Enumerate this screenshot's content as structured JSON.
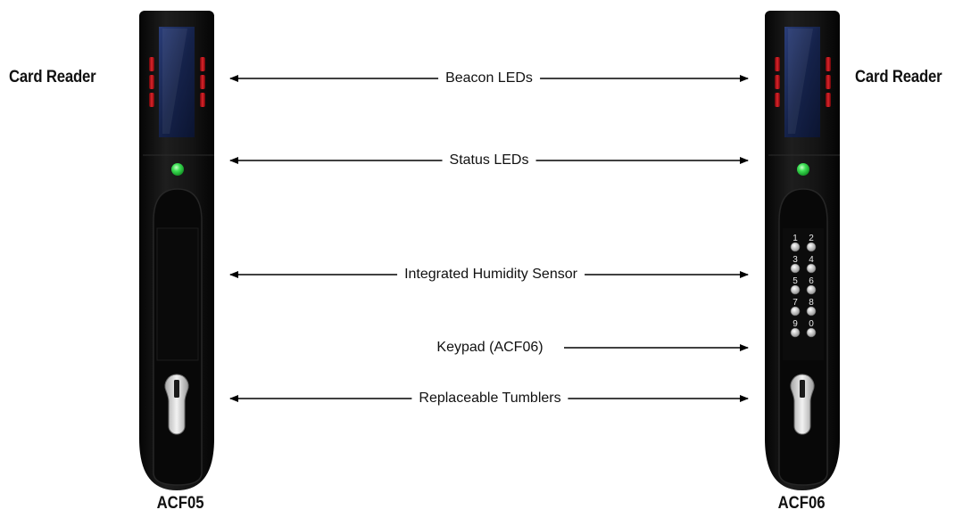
{
  "left_device": {
    "side_label": "Card Reader",
    "model": "ACF05"
  },
  "right_device": {
    "side_label": "Card Reader",
    "model": "ACF06",
    "keypad_keys": [
      "1",
      "2",
      "3",
      "4",
      "5",
      "6",
      "7",
      "8",
      "9",
      "0"
    ]
  },
  "callouts": {
    "beacon_leds": "Beacon LEDs",
    "status_leds": "Status LEDs",
    "humidity_sensor": "Integrated Humidity Sensor",
    "keypad": "Keypad (ACF06)",
    "tumblers": "Replaceable Tumblers"
  },
  "colors": {
    "body": "#121212",
    "beacon_led": "#c4141a",
    "status_led": "#35d44a",
    "reader_glass": "#1a2a55",
    "arrow": "#000000"
  }
}
